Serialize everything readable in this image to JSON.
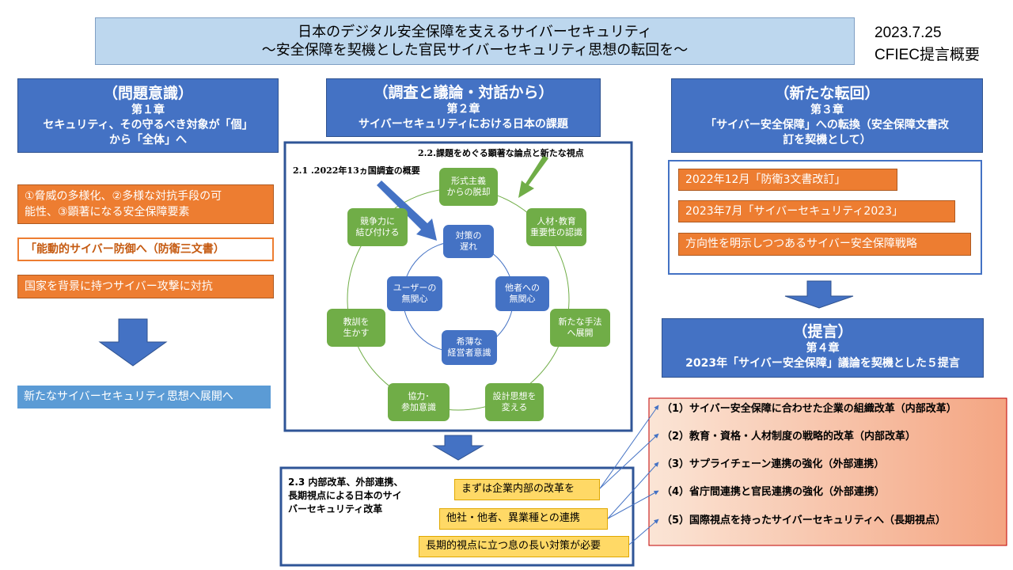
{
  "title": {
    "line1": "日本のデジタル安全保障を支えるサイバーセキュリティ",
    "line2": "～安全保障を契機とした官民サイバーセキュリティ思想の転回を～"
  },
  "date": "2023.7.25",
  "org": "CFIEC提言概要",
  "chapter1": {
    "heading": "（問題意識）",
    "chapter": "第１章",
    "subtitle_line1": "セキュリティ、その守るべき対象が「個」",
    "subtitle_line2": "から「全体」へ",
    "box1_line1": "①脅威の多様化、②多様な対抗手段の可",
    "box1_line2": "能性、③顕著になる安全保障要素",
    "box2": "「能動的サイバー防御へ（防衛三文書）",
    "box3": "国家を背景に持つサイバー攻撃に対抗",
    "result": "新たなサイバーセキュリティ思想へ展開へ"
  },
  "chapter2": {
    "heading": "（調査と議論・対話から）",
    "chapter": "第２章",
    "subtitle": "サイバーセキュリティにおける日本の課題",
    "label_22": "2.2.課題をめぐる顕著な論点と新たな視点",
    "label_21": "2.1 .2022年13ヵ国調査の概要",
    "outer_nodes": [
      {
        "l1": "形式主義",
        "l2": "からの脱却"
      },
      {
        "l1": "人材･教育",
        "l2": "重要性の認識"
      },
      {
        "l1": "新たな手法",
        "l2": "へ展開"
      },
      {
        "l1": "設計思想を",
        "l2": "変える"
      },
      {
        "l1": "協力･",
        "l2": "参加意識"
      },
      {
        "l1": "教訓を",
        "l2": "生かす"
      },
      {
        "l1": "競争力に",
        "l2": "結び付ける"
      }
    ],
    "inner_nodes": [
      {
        "l1": "対策の",
        "l2": "遅れ"
      },
      {
        "l1": "他者への",
        "l2": "無関心"
      },
      {
        "l1": "希薄な",
        "l2": "経営者意識"
      },
      {
        "l1": "ユーザーの",
        "l2": "無関心"
      }
    ],
    "section23_line1": "2.3  内部改革、外部連携、",
    "section23_line2": "長期視点による日本のサイ",
    "section23_line3": "バーセキュリティ改革",
    "yellow": [
      "まずは企業内部の改革を",
      "他社・他者、異業種との連携",
      "長期的視点に立つ息の長い対策が必要"
    ]
  },
  "chapter3": {
    "heading": "（新たな転回）",
    "chapter": "第３章",
    "subtitle_line1": "「サイバー安全保障」への転換（安全保障文書改",
    "subtitle_line2": "訂を契機として）",
    "items": [
      "2022年12月「防衛3文書改訂」",
      "2023年7月「サイバーセキュリティ2023」",
      "方向性を明示しつつあるサイバー安全保障戦略"
    ]
  },
  "chapter4": {
    "heading": "（提言）",
    "chapter": "第４章",
    "subtitle": "2023年「サイバー安全保障」議論を契機とした５提言",
    "proposals": [
      "（1）サイバー安全保障に合わせた企業の組織改革（内部改革）",
      "（2）教育・資格・人材制度の戦略的改革（内部改革）",
      "（3）サプライチェーン連携の強化（外部連携）",
      "（4）省庁間連携と官民連携の強化（外部連携）",
      "（5）国際視点を持ったサイバーセキュリティへ（長期視点）"
    ]
  },
  "colors": {
    "blue_header": "#4472c4",
    "light_blue": "#bdd7ee",
    "orange": "#ed7d31",
    "green": "#70ad47",
    "yellow": "#ffd966",
    "peach": "#f8cbad"
  }
}
